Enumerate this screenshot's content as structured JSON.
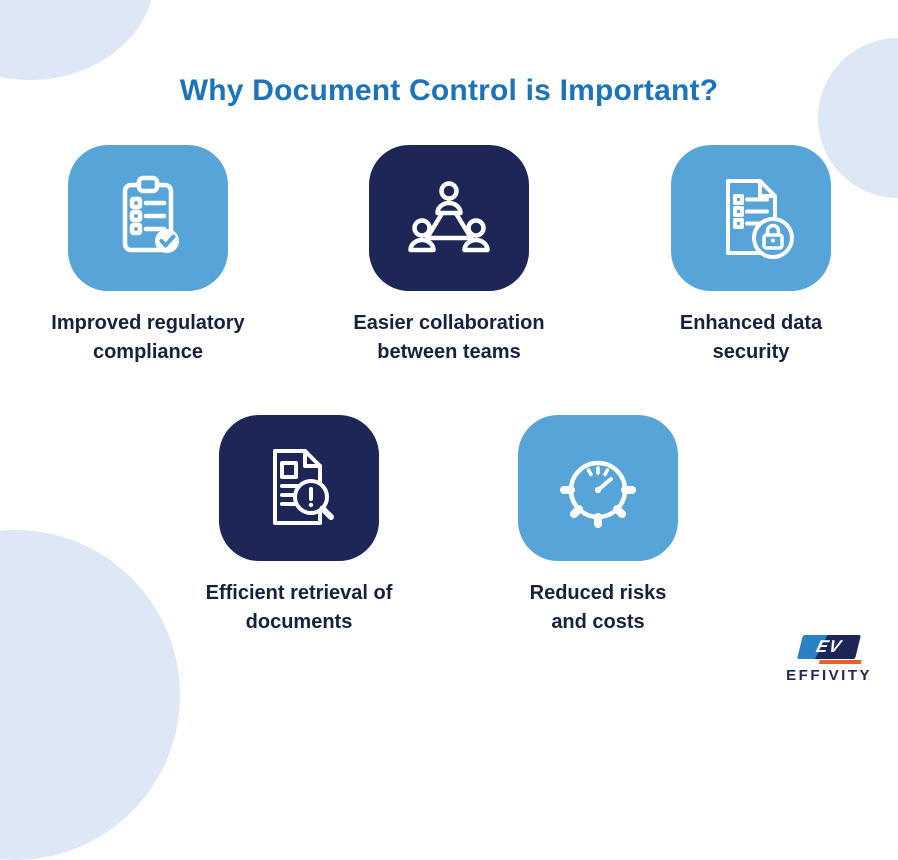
{
  "page": {
    "title": "Why Document Control is Important?"
  },
  "colors": {
    "title_blue": "#1b74ba",
    "tile_light_blue": "#57a4d8",
    "tile_navy": "#1e2557",
    "label_navy": "#16213e",
    "background_blob": "#dee7f6",
    "logo_orange": "#e8622c",
    "logo_navy": "#1e2557"
  },
  "cards": [
    {
      "label": "Improved regulatory compliance",
      "icon": "clipboard-checklist-icon",
      "tile": "light-blue"
    },
    {
      "label": "Easier collaboration between teams",
      "icon": "team-collaboration-icon",
      "tile": "navy"
    },
    {
      "label": "Enhanced data security",
      "icon": "document-lock-icon",
      "tile": "light-blue"
    },
    {
      "label": "Efficient retrieval of documents",
      "icon": "document-search-icon",
      "tile": "navy"
    },
    {
      "label": "Reduced risks and costs",
      "icon": "gauge-gear-icon",
      "tile": "light-blue"
    }
  ],
  "logo": {
    "mark": "EV",
    "text": "EFFIVITY"
  }
}
